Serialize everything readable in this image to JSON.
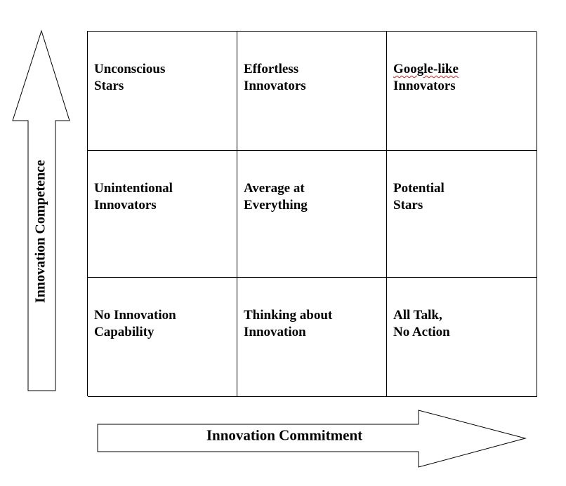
{
  "axes": {
    "y_label": "Innovation Competence",
    "x_label": "Innovation Commitment"
  },
  "grid": {
    "rows": [
      [
        "Unconscious\nStars",
        "Effortless\nInnovators",
        "Google-like\nInnovators"
      ],
      [
        "Unintentional\nInnovators",
        "Average at\nEverything",
        "Potential\nStars"
      ],
      [
        "No Innovation\nCapability",
        "Thinking about\nInnovation",
        "All Talk,\nNo Action"
      ]
    ]
  },
  "colors": {
    "line": "#000000",
    "background": "#ffffff",
    "spellcheck_underline": "#d42020"
  }
}
